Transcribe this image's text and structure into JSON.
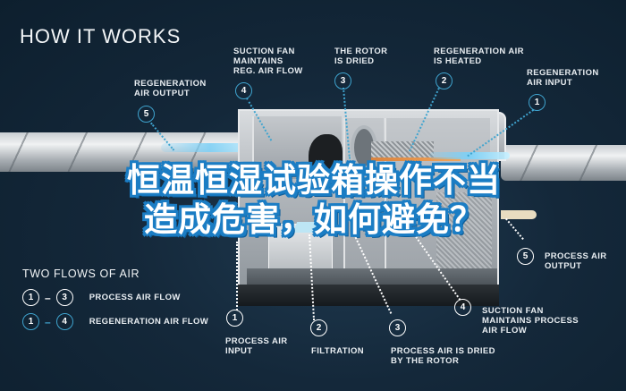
{
  "heading": "HOW IT WORKS",
  "overlay_title": {
    "line1": "恒温恒湿试验箱操作不当",
    "line2": "造成危害，如何避免？"
  },
  "top_callouts": [
    {
      "number": "5",
      "label": "REGENERATION\nAIR OUTPUT",
      "style": "blue"
    },
    {
      "number": "4",
      "label": "SUCTION FAN\nMAINTAINS\nREG. AIR FLOW",
      "style": "blue"
    },
    {
      "number": "3",
      "label": "THE ROTOR\nIS DRIED",
      "style": "blue"
    },
    {
      "number": "2",
      "label": "REGENERATION AIR\nIS HEATED",
      "style": "blue"
    },
    {
      "number": "1",
      "label": "REGENERATION\nAIR INPUT",
      "style": "blue"
    }
  ],
  "bottom_callouts": [
    {
      "number": "1",
      "label": "PROCESS AIR\nINPUT",
      "style": "white"
    },
    {
      "number": "2",
      "label": "FILTRATION",
      "style": "white"
    },
    {
      "number": "3",
      "label": "PROCESS AIR IS DRIED\nBY THE ROTOR",
      "style": "white"
    },
    {
      "number": "4",
      "label": "SUCTION FAN\nMAINTAINS PROCESS\nAIR FLOW",
      "style": "white"
    },
    {
      "number": "5",
      "label": "PROCESS AIR\nOUTPUT",
      "style": "white"
    }
  ],
  "legend": {
    "title": "TWO FLOWS OF AIR",
    "rows": [
      {
        "from": "1",
        "to": "3",
        "label": "PROCESS AIR FLOW",
        "style": "white"
      },
      {
        "from": "1",
        "to": "4",
        "label": "REGENERATION AIR FLOW",
        "style": "blue"
      }
    ]
  },
  "colors": {
    "background": "#14283a",
    "regeneration_accent": "#3fa4cf",
    "process_accent": "#ffffff",
    "title_outline": "#1b7dc4"
  }
}
